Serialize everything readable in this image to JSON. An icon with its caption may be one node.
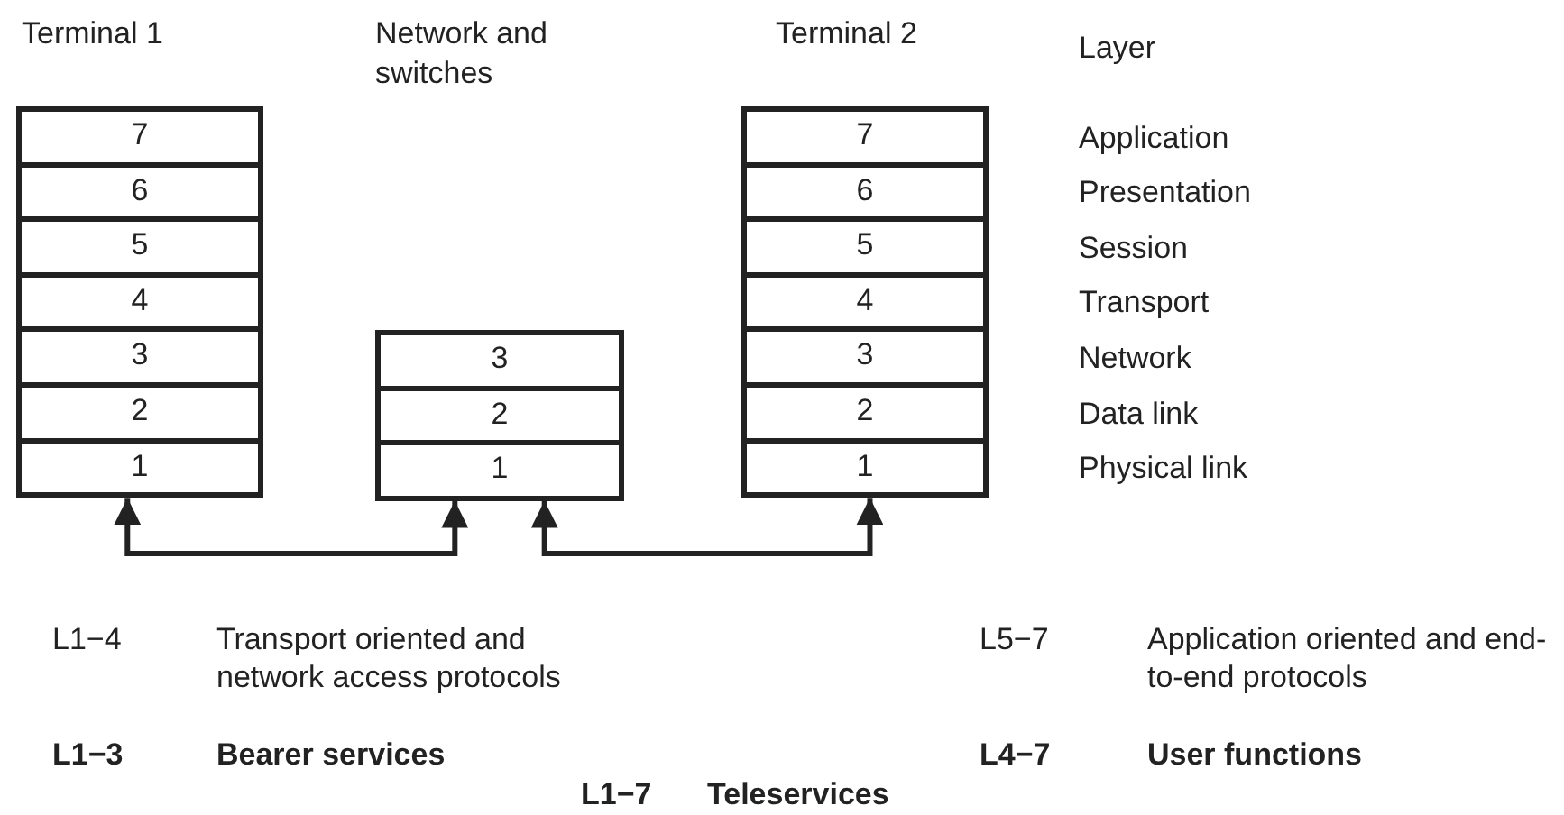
{
  "diagram": {
    "nodes": [
      {
        "text": [
          "Terminal 1"
        ]
      },
      {
        "text": [
          "7"
        ],
        "in": 0
      },
      {
        "text": [
          "6"
        ],
        "in": 0
      },
      {
        "text": [
          "5"
        ],
        "in": 0
      },
      {
        "text": [
          "4"
        ],
        "in": 0
      },
      {
        "text": [
          "3"
        ],
        "in": 0
      },
      {
        "text": [
          "2"
        ],
        "in": 0
      },
      {
        "text": [
          "1"
        ],
        "in": 0
      },
      {
        "text": [
          "Network and switches"
        ]
      },
      {
        "text": [
          "3"
        ],
        "in": 8
      },
      {
        "text": [
          "2"
        ],
        "in": 8
      },
      {
        "text": [
          "1"
        ],
        "in": 8
      },
      {
        "text": [
          "Terminal 2"
        ]
      },
      {
        "text": [
          "7"
        ],
        "in": 12
      },
      {
        "text": [
          "6"
        ],
        "in": 12
      },
      {
        "text": [
          "5"
        ],
        "in": 12
      },
      {
        "text": [
          "4"
        ],
        "in": 12
      },
      {
        "text": [
          "3"
        ],
        "in": 12
      },
      {
        "text": [
          "2"
        ],
        "in": 12
      },
      {
        "text": [
          "1"
        ],
        "in": 12
      }
    ],
    "edges": [
      {
        "from": 7,
        "to": 11,
        "arrow": "both"
      },
      {
        "from": 11,
        "to": 19,
        "arrow": "both"
      }
    ],
    "labels": [
      "Layer",
      "Application",
      "Presentation",
      "Session",
      "Transport",
      "Network",
      "Data link",
      "Physical link",
      "L1−4",
      "Transport oriented and network access protocols",
      "L5−7",
      "Application oriented and end-to-end protocols",
      "L1−3",
      "Bearer services",
      "L4−7",
      "User functions",
      "L1−7",
      "Teleservices"
    ]
  }
}
